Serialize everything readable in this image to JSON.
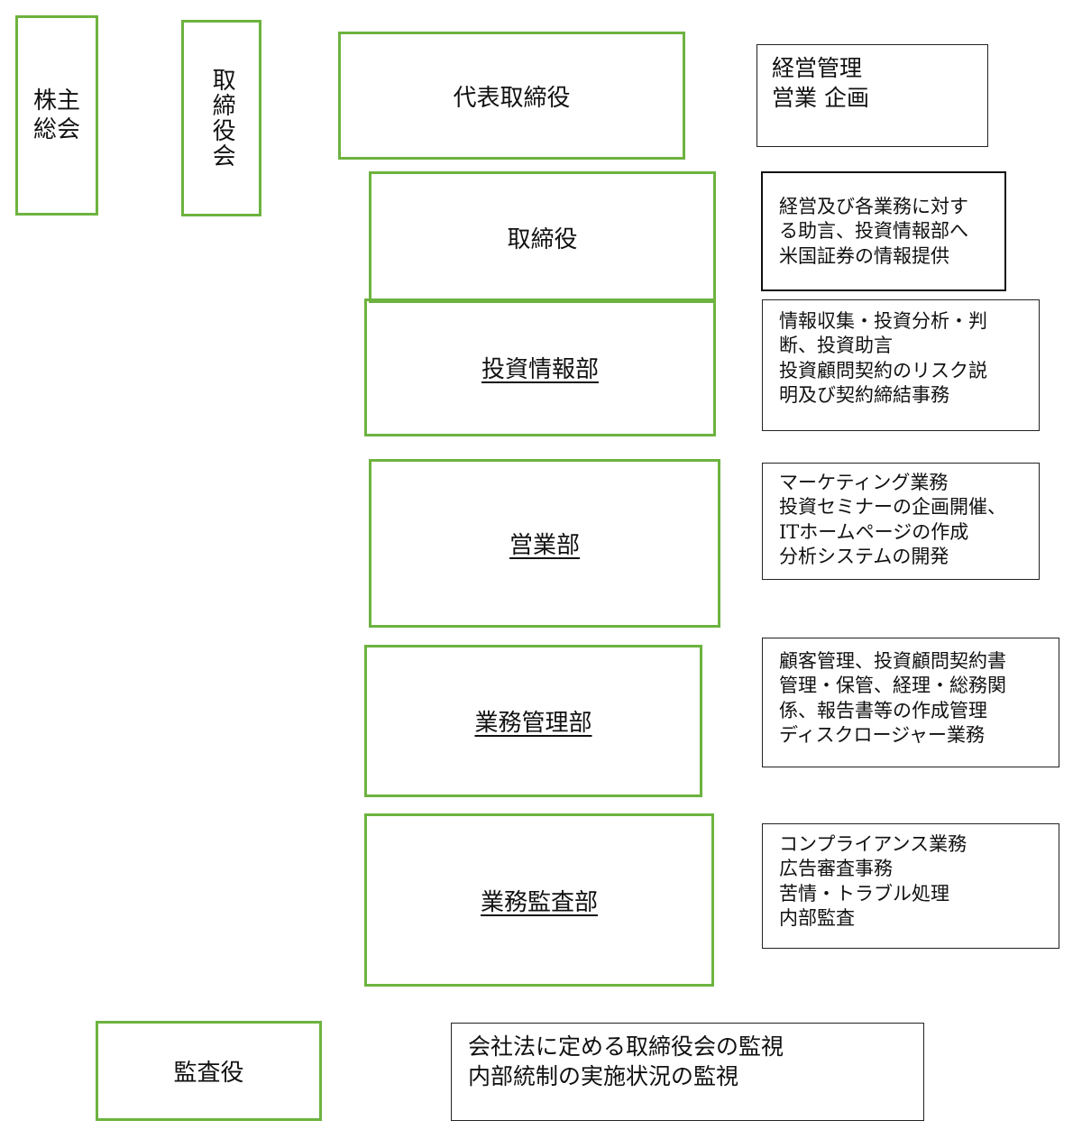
{
  "shareholders": {
    "line1": "株主",
    "line2": "総会"
  },
  "board": {
    "label": "取締役会"
  },
  "ceo": {
    "label": "代表取締役",
    "desc": "経営管理\n営業 企画"
  },
  "director": {
    "label": "取締役",
    "desc": "経営及び各業務に対す\nる助言、投資情報部へ\n米国証券の情報提供"
  },
  "investment_info": {
    "label": "投資情報部",
    "desc": "情報収集・投資分析・判\n断、投資助言\n投資顧問契約のリスク説\n明及び契約締結事務"
  },
  "sales": {
    "label": "営業部",
    "desc": "マーケティング業務\n投資セミナーの企画開催、\nITホームページの作成\n分析システムの開発"
  },
  "business_mgmt": {
    "label": "業務管理部",
    "desc": "顧客管理、投資顧問契約書\n管理・保管、経理・総務関\n係、報告書等の作成管理\nディスクロージャー業務"
  },
  "audit_dept": {
    "label": "業務監査部",
    "desc": "コンプライアンス業務\n広告審査事務\n苦情・トラブル処理\n内部監査"
  },
  "auditor": {
    "label": "監査役",
    "desc": "会社法に定める取締役会の監視\n内部統制の実施状況の監視"
  },
  "colors": {
    "unit_border": "#6db33f",
    "desc_border": "#222222"
  }
}
